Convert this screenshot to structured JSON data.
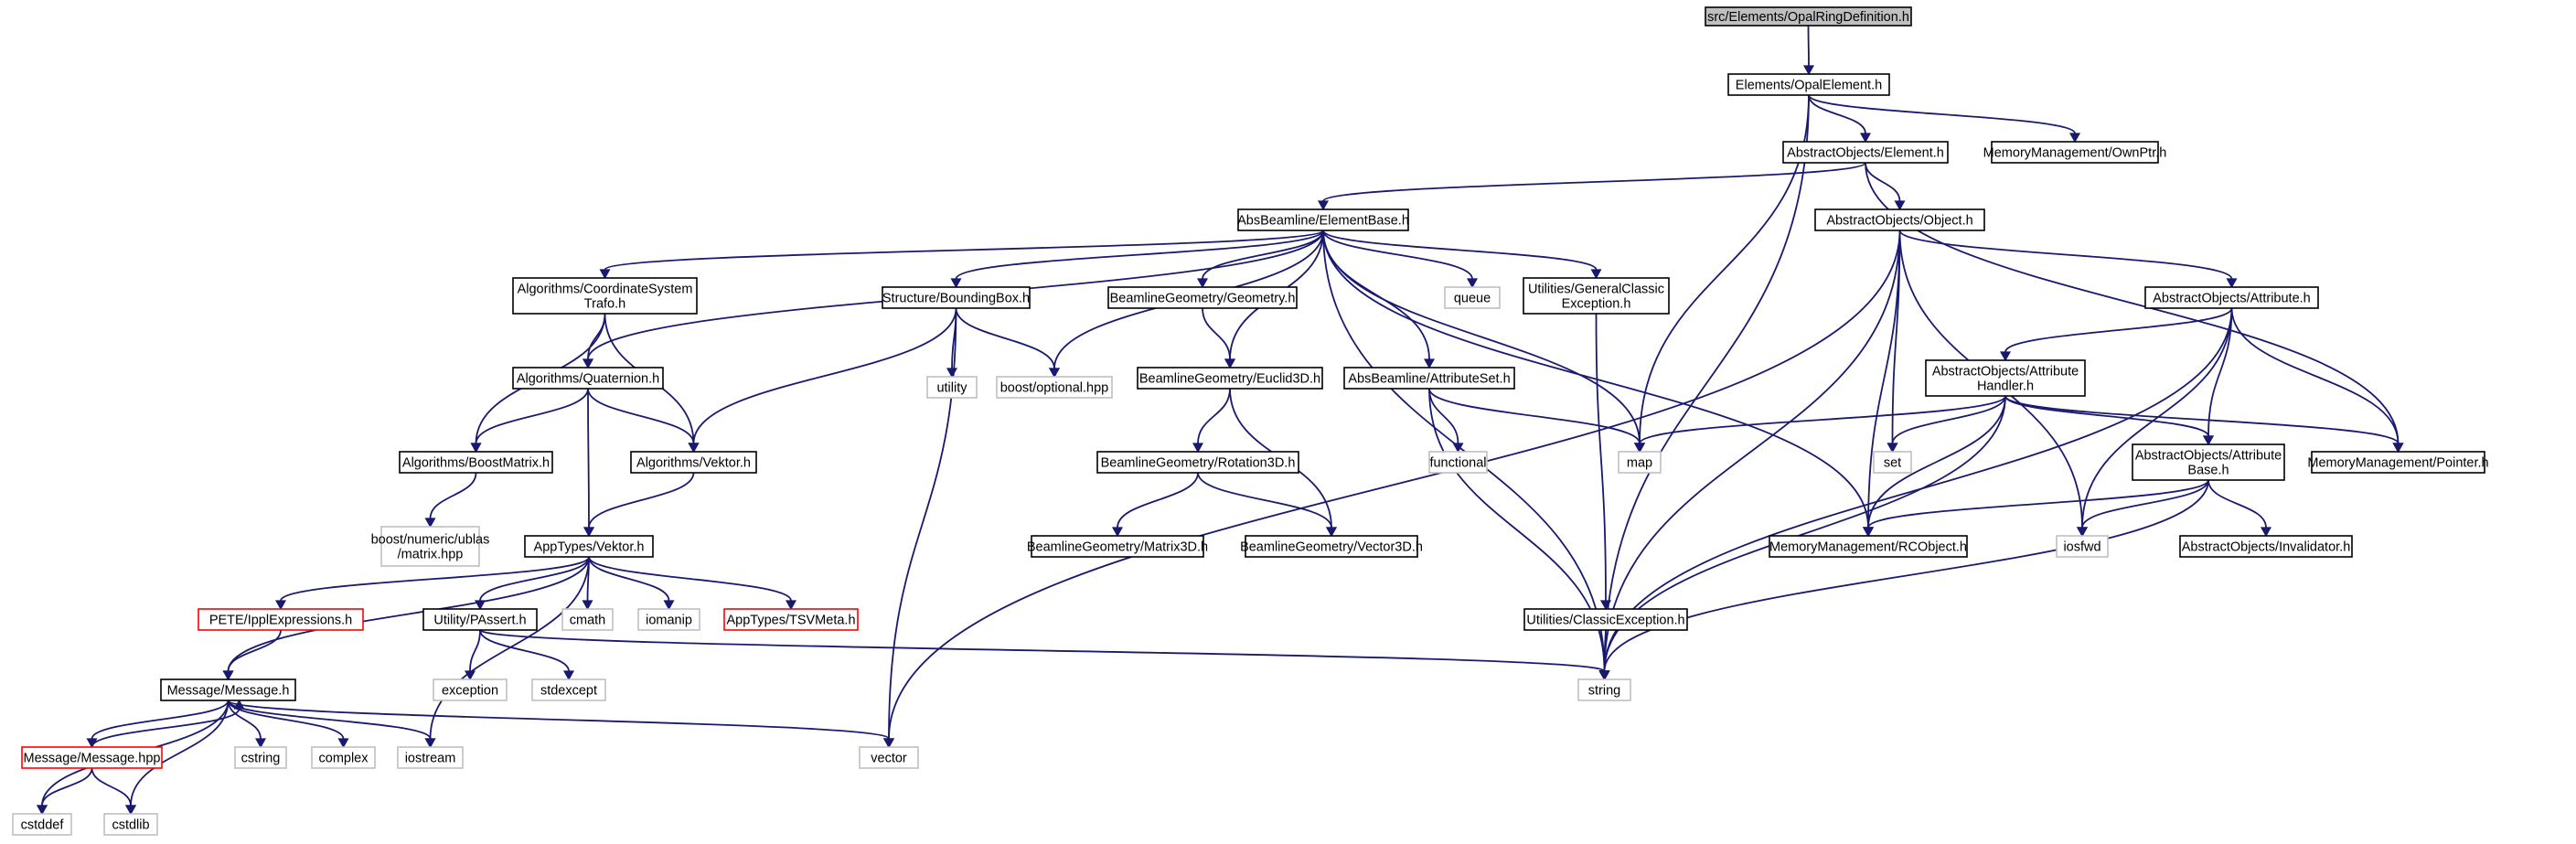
{
  "graph": {
    "title": "src/Elements/OpalRingDefinition.h",
    "nodes": [
      {
        "id": "root",
        "lines": [
          "src/Elements/OpalRingDefinition.h"
        ],
        "kind": "root"
      },
      {
        "id": "opalelement",
        "lines": [
          "Elements/OpalElement.h"
        ],
        "kind": "file"
      },
      {
        "id": "element",
        "lines": [
          "AbstractObjects/Element.h"
        ],
        "kind": "file"
      },
      {
        "id": "ownptr",
        "lines": [
          "MemoryManagement/OwnPtr.h"
        ],
        "kind": "file"
      },
      {
        "id": "elementbase",
        "lines": [
          "AbsBeamline/ElementBase.h"
        ],
        "kind": "file"
      },
      {
        "id": "object",
        "lines": [
          "AbstractObjects/Object.h"
        ],
        "kind": "file"
      },
      {
        "id": "coordtrafo",
        "lines": [
          "Algorithms/CoordinateSystem",
          "Trafo.h"
        ],
        "kind": "file"
      },
      {
        "id": "boundingbox",
        "lines": [
          "Structure/BoundingBox.h"
        ],
        "kind": "file"
      },
      {
        "id": "geometry",
        "lines": [
          "BeamlineGeometry/Geometry.h"
        ],
        "kind": "file"
      },
      {
        "id": "queue",
        "lines": [
          "queue"
        ],
        "kind": "system"
      },
      {
        "id": "genclassicexc",
        "lines": [
          "Utilities/GeneralClassic",
          "Exception.h"
        ],
        "kind": "file"
      },
      {
        "id": "attribute",
        "lines": [
          "AbstractObjects/Attribute.h"
        ],
        "kind": "file"
      },
      {
        "id": "quaternion",
        "lines": [
          "Algorithms/Quaternion.h"
        ],
        "kind": "file"
      },
      {
        "id": "utility",
        "lines": [
          "utility"
        ],
        "kind": "system"
      },
      {
        "id": "boostoptional",
        "lines": [
          "boost/optional.hpp"
        ],
        "kind": "system"
      },
      {
        "id": "euclid3d",
        "lines": [
          "BeamlineGeometry/Euclid3D.h"
        ],
        "kind": "file"
      },
      {
        "id": "attributeset",
        "lines": [
          "AbsBeamline/AttributeSet.h"
        ],
        "kind": "file"
      },
      {
        "id": "attrhandler",
        "lines": [
          "AbstractObjects/Attribute",
          "Handler.h"
        ],
        "kind": "file"
      },
      {
        "id": "boostmatrix",
        "lines": [
          "Algorithms/BoostMatrix.h"
        ],
        "kind": "file"
      },
      {
        "id": "algvektor",
        "lines": [
          "Algorithms/Vektor.h"
        ],
        "kind": "file"
      },
      {
        "id": "rotation3d",
        "lines": [
          "BeamlineGeometry/Rotation3D.h"
        ],
        "kind": "file"
      },
      {
        "id": "functional",
        "lines": [
          "functional"
        ],
        "kind": "system"
      },
      {
        "id": "map",
        "lines": [
          "map"
        ],
        "kind": "system"
      },
      {
        "id": "set",
        "lines": [
          "set"
        ],
        "kind": "system"
      },
      {
        "id": "attrbase",
        "lines": [
          "AbstractObjects/Attribute",
          "Base.h"
        ],
        "kind": "file"
      },
      {
        "id": "pointer",
        "lines": [
          "MemoryManagement/Pointer.h"
        ],
        "kind": "file"
      },
      {
        "id": "ublasmatrix",
        "lines": [
          "boost/numeric/ublas",
          "/matrix.hpp"
        ],
        "kind": "system"
      },
      {
        "id": "apptypesvektor",
        "lines": [
          "AppTypes/Vektor.h"
        ],
        "kind": "file"
      },
      {
        "id": "matrix3d",
        "lines": [
          "BeamlineGeometry/Matrix3D.h"
        ],
        "kind": "file"
      },
      {
        "id": "vector3d",
        "lines": [
          "BeamlineGeometry/Vector3D.h"
        ],
        "kind": "file"
      },
      {
        "id": "rcobject",
        "lines": [
          "MemoryManagement/RCObject.h"
        ],
        "kind": "file"
      },
      {
        "id": "iosfwd",
        "lines": [
          "iosfwd"
        ],
        "kind": "system"
      },
      {
        "id": "invalidator",
        "lines": [
          "AbstractObjects/Invalidator.h"
        ],
        "kind": "file"
      },
      {
        "id": "pete",
        "lines": [
          "PETE/IpplExpressions.h"
        ],
        "kind": "truncated"
      },
      {
        "id": "passert",
        "lines": [
          "Utility/PAssert.h"
        ],
        "kind": "file"
      },
      {
        "id": "cmath",
        "lines": [
          "cmath"
        ],
        "kind": "system"
      },
      {
        "id": "iomanip",
        "lines": [
          "iomanip"
        ],
        "kind": "system"
      },
      {
        "id": "tsvmeta",
        "lines": [
          "AppTypes/TSVMeta.h"
        ],
        "kind": "truncated"
      },
      {
        "id": "classicexc",
        "lines": [
          "Utilities/ClassicException.h"
        ],
        "kind": "file"
      },
      {
        "id": "exception",
        "lines": [
          "exception"
        ],
        "kind": "system"
      },
      {
        "id": "stdexcept",
        "lines": [
          "stdexcept"
        ],
        "kind": "system"
      },
      {
        "id": "string",
        "lines": [
          "string"
        ],
        "kind": "system"
      },
      {
        "id": "messageh",
        "lines": [
          "Message/Message.h"
        ],
        "kind": "file"
      },
      {
        "id": "messagehpp",
        "lines": [
          "Message/Message.hpp"
        ],
        "kind": "truncated"
      },
      {
        "id": "cstring",
        "lines": [
          "cstring"
        ],
        "kind": "system"
      },
      {
        "id": "complex",
        "lines": [
          "complex"
        ],
        "kind": "system"
      },
      {
        "id": "iostream",
        "lines": [
          "iostream"
        ],
        "kind": "system"
      },
      {
        "id": "vector",
        "lines": [
          "vector"
        ],
        "kind": "system"
      },
      {
        "id": "cstddef",
        "lines": [
          "cstddef"
        ],
        "kind": "system"
      },
      {
        "id": "cstdlib",
        "lines": [
          "cstdlib"
        ],
        "kind": "system"
      }
    ],
    "edges": [
      [
        "root",
        "opalelement"
      ],
      [
        "opalelement",
        "element"
      ],
      [
        "opalelement",
        "ownptr"
      ],
      [
        "opalelement",
        "map"
      ],
      [
        "opalelement",
        "string"
      ],
      [
        "element",
        "elementbase"
      ],
      [
        "element",
        "object"
      ],
      [
        "element",
        "pointer"
      ],
      [
        "elementbase",
        "coordtrafo"
      ],
      [
        "elementbase",
        "quaternion"
      ],
      [
        "elementbase",
        "boundingbox"
      ],
      [
        "elementbase",
        "boostoptional"
      ],
      [
        "elementbase",
        "geometry"
      ],
      [
        "elementbase",
        "euclid3d"
      ],
      [
        "elementbase",
        "queue"
      ],
      [
        "elementbase",
        "genclassicexc"
      ],
      [
        "elementbase",
        "attributeset"
      ],
      [
        "elementbase",
        "map"
      ],
      [
        "elementbase",
        "rcobject"
      ],
      [
        "elementbase",
        "string"
      ],
      [
        "object",
        "attribute"
      ],
      [
        "object",
        "set"
      ],
      [
        "object",
        "iosfwd"
      ],
      [
        "object",
        "rcobject"
      ],
      [
        "object",
        "string"
      ],
      [
        "object",
        "vector"
      ],
      [
        "coordtrafo",
        "quaternion"
      ],
      [
        "coordtrafo",
        "algvektor"
      ],
      [
        "coordtrafo",
        "boostmatrix"
      ],
      [
        "quaternion",
        "algvektor"
      ],
      [
        "quaternion",
        "apptypesvektor"
      ],
      [
        "quaternion",
        "boostmatrix"
      ],
      [
        "boundingbox",
        "utility"
      ],
      [
        "boundingbox",
        "boostoptional"
      ],
      [
        "boundingbox",
        "algvektor"
      ],
      [
        "boundingbox",
        "vector"
      ],
      [
        "geometry",
        "euclid3d"
      ],
      [
        "euclid3d",
        "rotation3d"
      ],
      [
        "euclid3d",
        "vector3d"
      ],
      [
        "rotation3d",
        "matrix3d"
      ],
      [
        "rotation3d",
        "vector3d"
      ],
      [
        "genclassicexc",
        "classicexc"
      ],
      [
        "classicexc",
        "string"
      ],
      [
        "attributeset",
        "functional"
      ],
      [
        "attributeset",
        "map"
      ],
      [
        "attributeset",
        "string"
      ],
      [
        "attribute",
        "attrhandler"
      ],
      [
        "attribute",
        "attrbase"
      ],
      [
        "attribute",
        "pointer"
      ],
      [
        "attribute",
        "iosfwd"
      ],
      [
        "attribute",
        "string"
      ],
      [
        "attrhandler",
        "map"
      ],
      [
        "attrhandler",
        "set"
      ],
      [
        "attrhandler",
        "attrbase"
      ],
      [
        "attrhandler",
        "pointer"
      ],
      [
        "attrhandler",
        "rcobject"
      ],
      [
        "attrhandler",
        "string"
      ],
      [
        "attrbase",
        "rcobject"
      ],
      [
        "attrbase",
        "iosfwd"
      ],
      [
        "attrbase",
        "invalidator"
      ],
      [
        "attrbase",
        "string"
      ],
      [
        "boostmatrix",
        "ublasmatrix"
      ],
      [
        "algvektor",
        "apptypesvektor"
      ],
      [
        "apptypesvektor",
        "pete"
      ],
      [
        "apptypesvektor",
        "passert"
      ],
      [
        "apptypesvektor",
        "cmath"
      ],
      [
        "apptypesvektor",
        "iomanip"
      ],
      [
        "apptypesvektor",
        "tsvmeta"
      ],
      [
        "apptypesvektor",
        "messageh"
      ],
      [
        "apptypesvektor",
        "iostream"
      ],
      [
        "pete",
        "messageh"
      ],
      [
        "passert",
        "exception"
      ],
      [
        "passert",
        "stdexcept"
      ],
      [
        "passert",
        "string"
      ],
      [
        "messageh",
        "messagehpp"
      ],
      [
        "messageh",
        "cstring"
      ],
      [
        "messageh",
        "complex"
      ],
      [
        "messageh",
        "iostream"
      ],
      [
        "messageh",
        "vector"
      ],
      [
        "messageh",
        "cstddef"
      ],
      [
        "messageh",
        "cstdlib"
      ],
      [
        "messagehpp",
        "messageh"
      ],
      [
        "messagehpp",
        "cstddef"
      ],
      [
        "messagehpp",
        "cstdlib"
      ]
    ]
  }
}
